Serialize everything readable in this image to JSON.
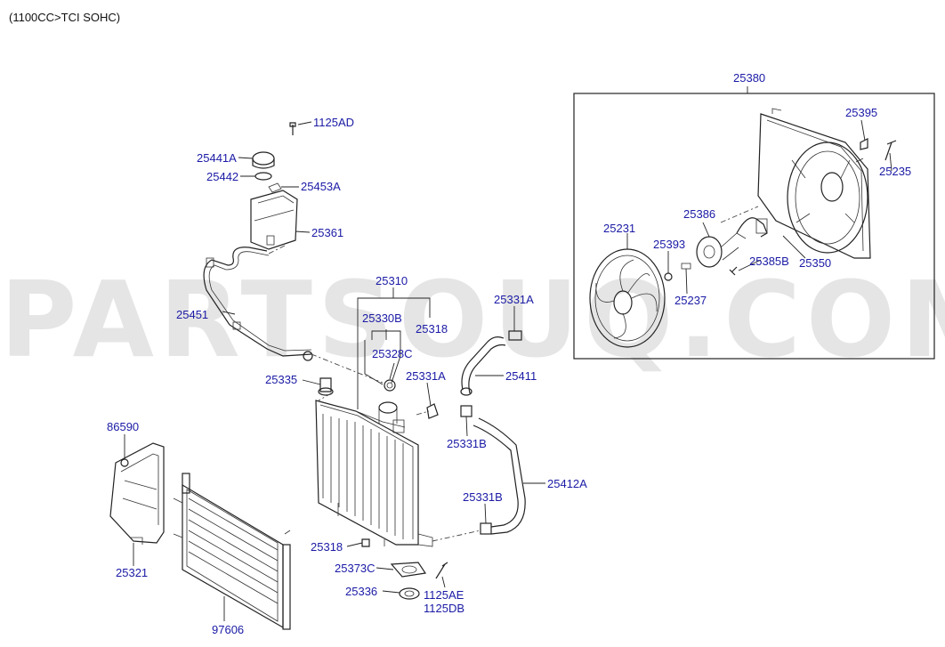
{
  "header": "(1100CC>TCI SOHC)",
  "watermark": "PARTSOUQ.COM",
  "parts": [
    {
      "id": "p_1125AD",
      "label": "1125AD"
    },
    {
      "id": "p_25441A",
      "label": "25441A"
    },
    {
      "id": "p_25442",
      "label": "25442"
    },
    {
      "id": "p_25453A",
      "label": "25453A"
    },
    {
      "id": "p_25361",
      "label": "25361"
    },
    {
      "id": "p_25451",
      "label": "25451"
    },
    {
      "id": "p_25310",
      "label": "25310"
    },
    {
      "id": "p_25330B",
      "label": "25330B"
    },
    {
      "id": "p_25318a",
      "label": "25318"
    },
    {
      "id": "p_25328C",
      "label": "25328C"
    },
    {
      "id": "p_25331A_a",
      "label": "25331A"
    },
    {
      "id": "p_25335",
      "label": "25335"
    },
    {
      "id": "p_25331A_b",
      "label": "25331A"
    },
    {
      "id": "p_25411",
      "label": "25411"
    },
    {
      "id": "p_25331B_a",
      "label": "25331B"
    },
    {
      "id": "p_25412A",
      "label": "25412A"
    },
    {
      "id": "p_25331B_b",
      "label": "25331B"
    },
    {
      "id": "p_86590",
      "label": "86590"
    },
    {
      "id": "p_25321",
      "label": "25321"
    },
    {
      "id": "p_25318b",
      "label": "25318"
    },
    {
      "id": "p_25373C",
      "label": "25373C"
    },
    {
      "id": "p_25336",
      "label": "25336"
    },
    {
      "id": "p_1125AE",
      "label": "1125AE"
    },
    {
      "id": "p_1125DB",
      "label": "1125DB"
    },
    {
      "id": "p_97606",
      "label": "97606"
    },
    {
      "id": "p_25380",
      "label": "25380"
    },
    {
      "id": "p_25395",
      "label": "25395"
    },
    {
      "id": "p_25235",
      "label": "25235"
    },
    {
      "id": "p_25231",
      "label": "25231"
    },
    {
      "id": "p_25386",
      "label": "25386"
    },
    {
      "id": "p_25393",
      "label": "25393"
    },
    {
      "id": "p_25385B",
      "label": "25385B"
    },
    {
      "id": "p_25350",
      "label": "25350"
    },
    {
      "id": "p_25237",
      "label": "25237"
    }
  ]
}
